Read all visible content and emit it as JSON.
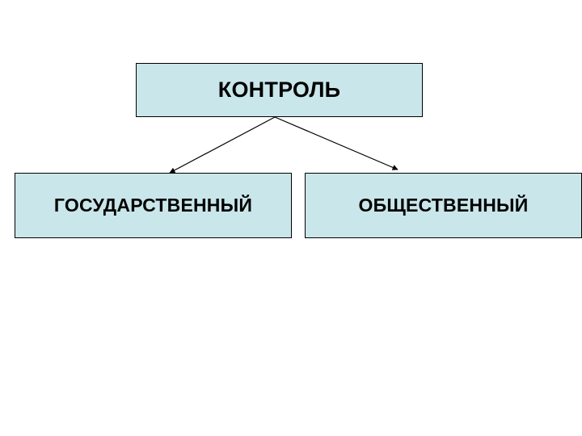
{
  "diagram": {
    "root": {
      "label": "КОНТРОЛЬ"
    },
    "children": [
      {
        "label": "ГОСУДАРСТВЕННЫЙ"
      },
      {
        "label": "ОБЩЕСТВЕННЫЙ"
      }
    ]
  },
  "colors": {
    "box_fill": "#c9e6ea",
    "box_border": "#000000",
    "text": "#000000",
    "connector": "#000000",
    "background": "#ffffff"
  }
}
